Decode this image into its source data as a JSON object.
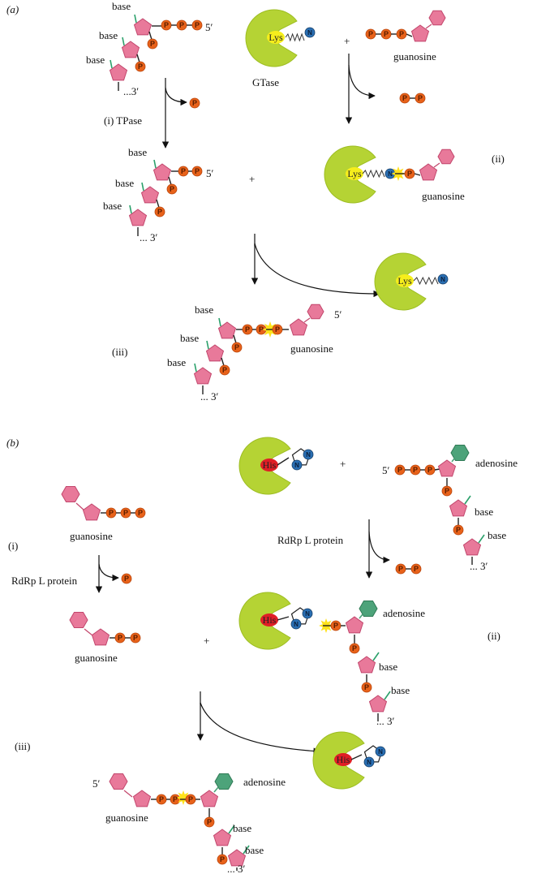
{
  "panel_a": {
    "tag": "(a)",
    "step1_label": "(i)  TPase",
    "step2_label": "(ii)",
    "step3_label": "(iii)",
    "enzyme_name": "GTase",
    "enzyme_residue": "Lys",
    "plus": "+",
    "base": "base",
    "guanosine": "guanosine",
    "five_prime": "5′",
    "three_prime_a": "...3′",
    "three_prime_b": "... 3′",
    "phosphate": "P"
  },
  "panel_b": {
    "tag": "(b)",
    "step1_label": "(i)",
    "step2_label": "(ii)",
    "step3_label": "(iii)",
    "enzyme_name": "RdRp L protein",
    "enzyme_residue": "His",
    "imidazole_atom": "N",
    "plus": "+",
    "base": "base",
    "guanosine": "guanosine",
    "adenosine": "adenosine",
    "five_prime": "5′",
    "three_prime": "... 3′",
    "phosphate": "P"
  },
  "colors": {
    "sugar": "#e8799a",
    "sugar_stroke": "#c2466c",
    "phosphate": "#e8621a",
    "enzyme": "#b5d334",
    "enzyme_lys": "#f6ee1c",
    "enzyme_his": "#e01f26",
    "nitrogen": "#2a6fb3",
    "base_stub": "#2aa06a",
    "adenine": "#4da37a",
    "starburst": "#ffe21a"
  }
}
